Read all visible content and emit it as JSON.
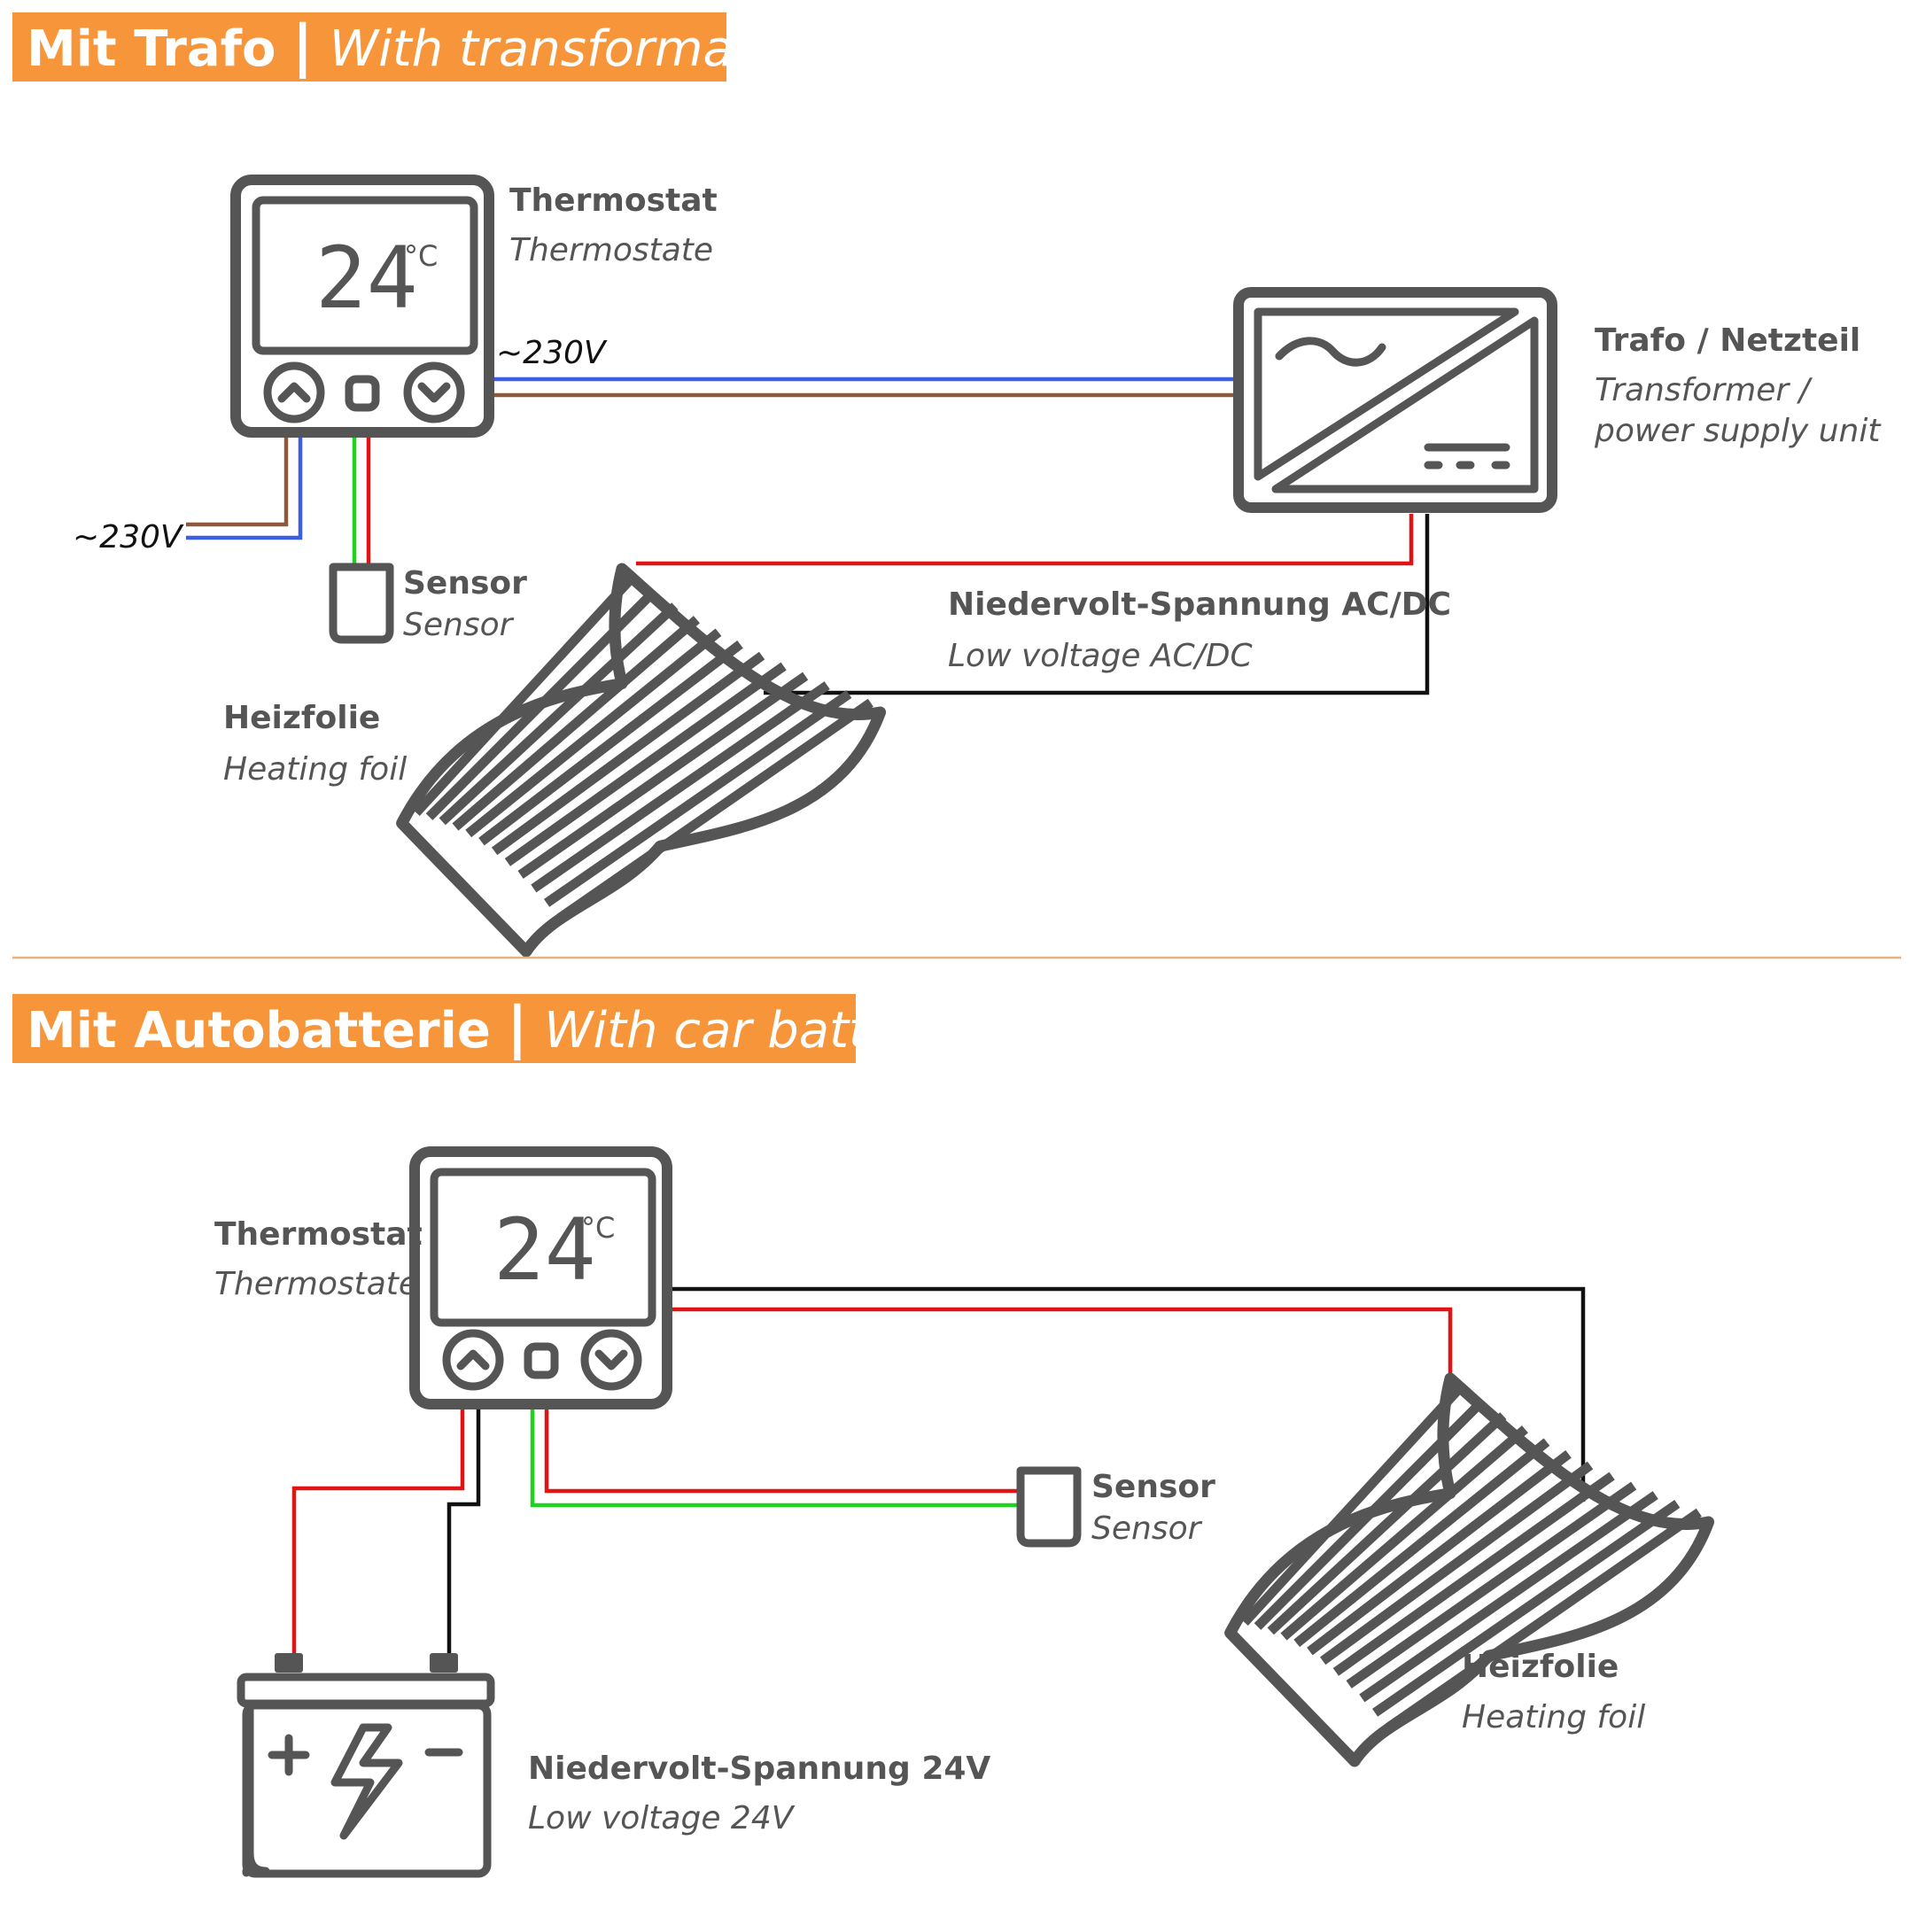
{
  "colors": {
    "accent": "#f7953a",
    "wire_blue": "#3a5fe0",
    "wire_brown": "#8b5a3c",
    "wire_green": "#1ed21e",
    "wire_red": "#e01414",
    "wire_black": "#111111",
    "device_gray": "#555555"
  },
  "top": {
    "banner": {
      "bold": "Mit Trafo",
      "separator": "|",
      "italic": "With transformator"
    },
    "thermostat": {
      "label_de": "Thermostat",
      "label_en": "Thermostate",
      "display_value": "24",
      "display_unit": "°C"
    },
    "transformer": {
      "label_de": "Trafo / Netzteil",
      "label_en_1": "Transformer /",
      "label_en_2": "power supply unit"
    },
    "voltage_mains_right": "~230V",
    "voltage_mains_left": "~230V",
    "sensor": {
      "label_de": "Sensor",
      "label_en": "Sensor"
    },
    "low_voltage": {
      "label_de": "Niedervolt-Spannung AC/DC",
      "label_en": "Low voltage AC/DC"
    },
    "heating_foil": {
      "label_de": "Heizfolie",
      "label_en": "Heating foil"
    }
  },
  "bottom": {
    "banner": {
      "bold": "Mit Autobatterie",
      "separator": "|",
      "italic": "With car battery"
    },
    "thermostat": {
      "label_de": "Thermostat",
      "label_en": "Thermostate",
      "display_value": "24",
      "display_unit": "°C"
    },
    "sensor": {
      "label_de": "Sensor",
      "label_en": "Sensor"
    },
    "heating_foil": {
      "label_de": "Heizfolie",
      "label_en": "Heating foil"
    },
    "low_voltage": {
      "label_de": "Niedervolt-Spannung 24V",
      "label_en": "Low voltage 24V"
    }
  }
}
